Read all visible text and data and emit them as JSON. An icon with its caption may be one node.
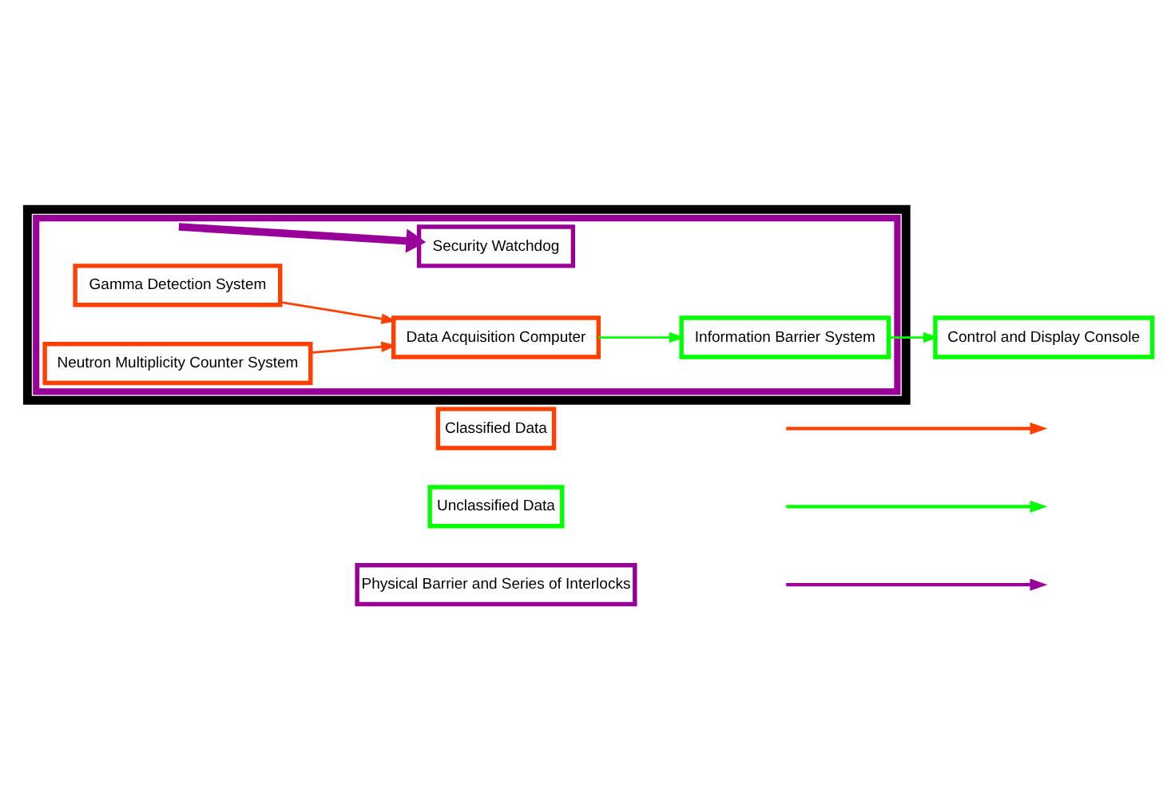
{
  "diagram": {
    "nodes": [
      {
        "text": [],
        "shape": "box"
      },
      {
        "text": [],
        "shape": "box",
        "in": 0
      },
      {
        "text": [
          "Gamma Detection System"
        ],
        "in": 1
      },
      {
        "text": [
          "Data Acquisition Computer"
        ],
        "in": 1
      },
      {
        "text": [
          "Neutron Multiplicity Counter System"
        ],
        "in": 1
      },
      {
        "text": [
          "Information Barrier System"
        ],
        "in": 1
      },
      {
        "text": [
          "Security Watchdog"
        ],
        "in": 1
      },
      {
        "text": [
          "Control and Display Console"
        ]
      }
    ],
    "edges": [
      {
        "from": 2,
        "to": 3,
        "arrow": "to",
        "color": "#ff4000"
      },
      {
        "from": 4,
        "to": 3,
        "arrow": "to",
        "color": "#ff4000"
      },
      {
        "from": 3,
        "to": 5,
        "arrow": "to",
        "color": "#00ff00"
      },
      {
        "from": 5,
        "to": 7,
        "arrow": "to",
        "color": "#00ff00"
      },
      {
        "from": 1,
        "to": 6,
        "arrow": "to",
        "style": "thick",
        "color": "#990099"
      }
    ],
    "legend": [
      {
        "text": "Classified Data",
        "color": "#ff4000"
      },
      {
        "text": "Unclassified Data",
        "color": "#00ff00"
      },
      {
        "text": "Physical Barrier and Series of Interlocks",
        "color": "#990099"
      }
    ]
  }
}
